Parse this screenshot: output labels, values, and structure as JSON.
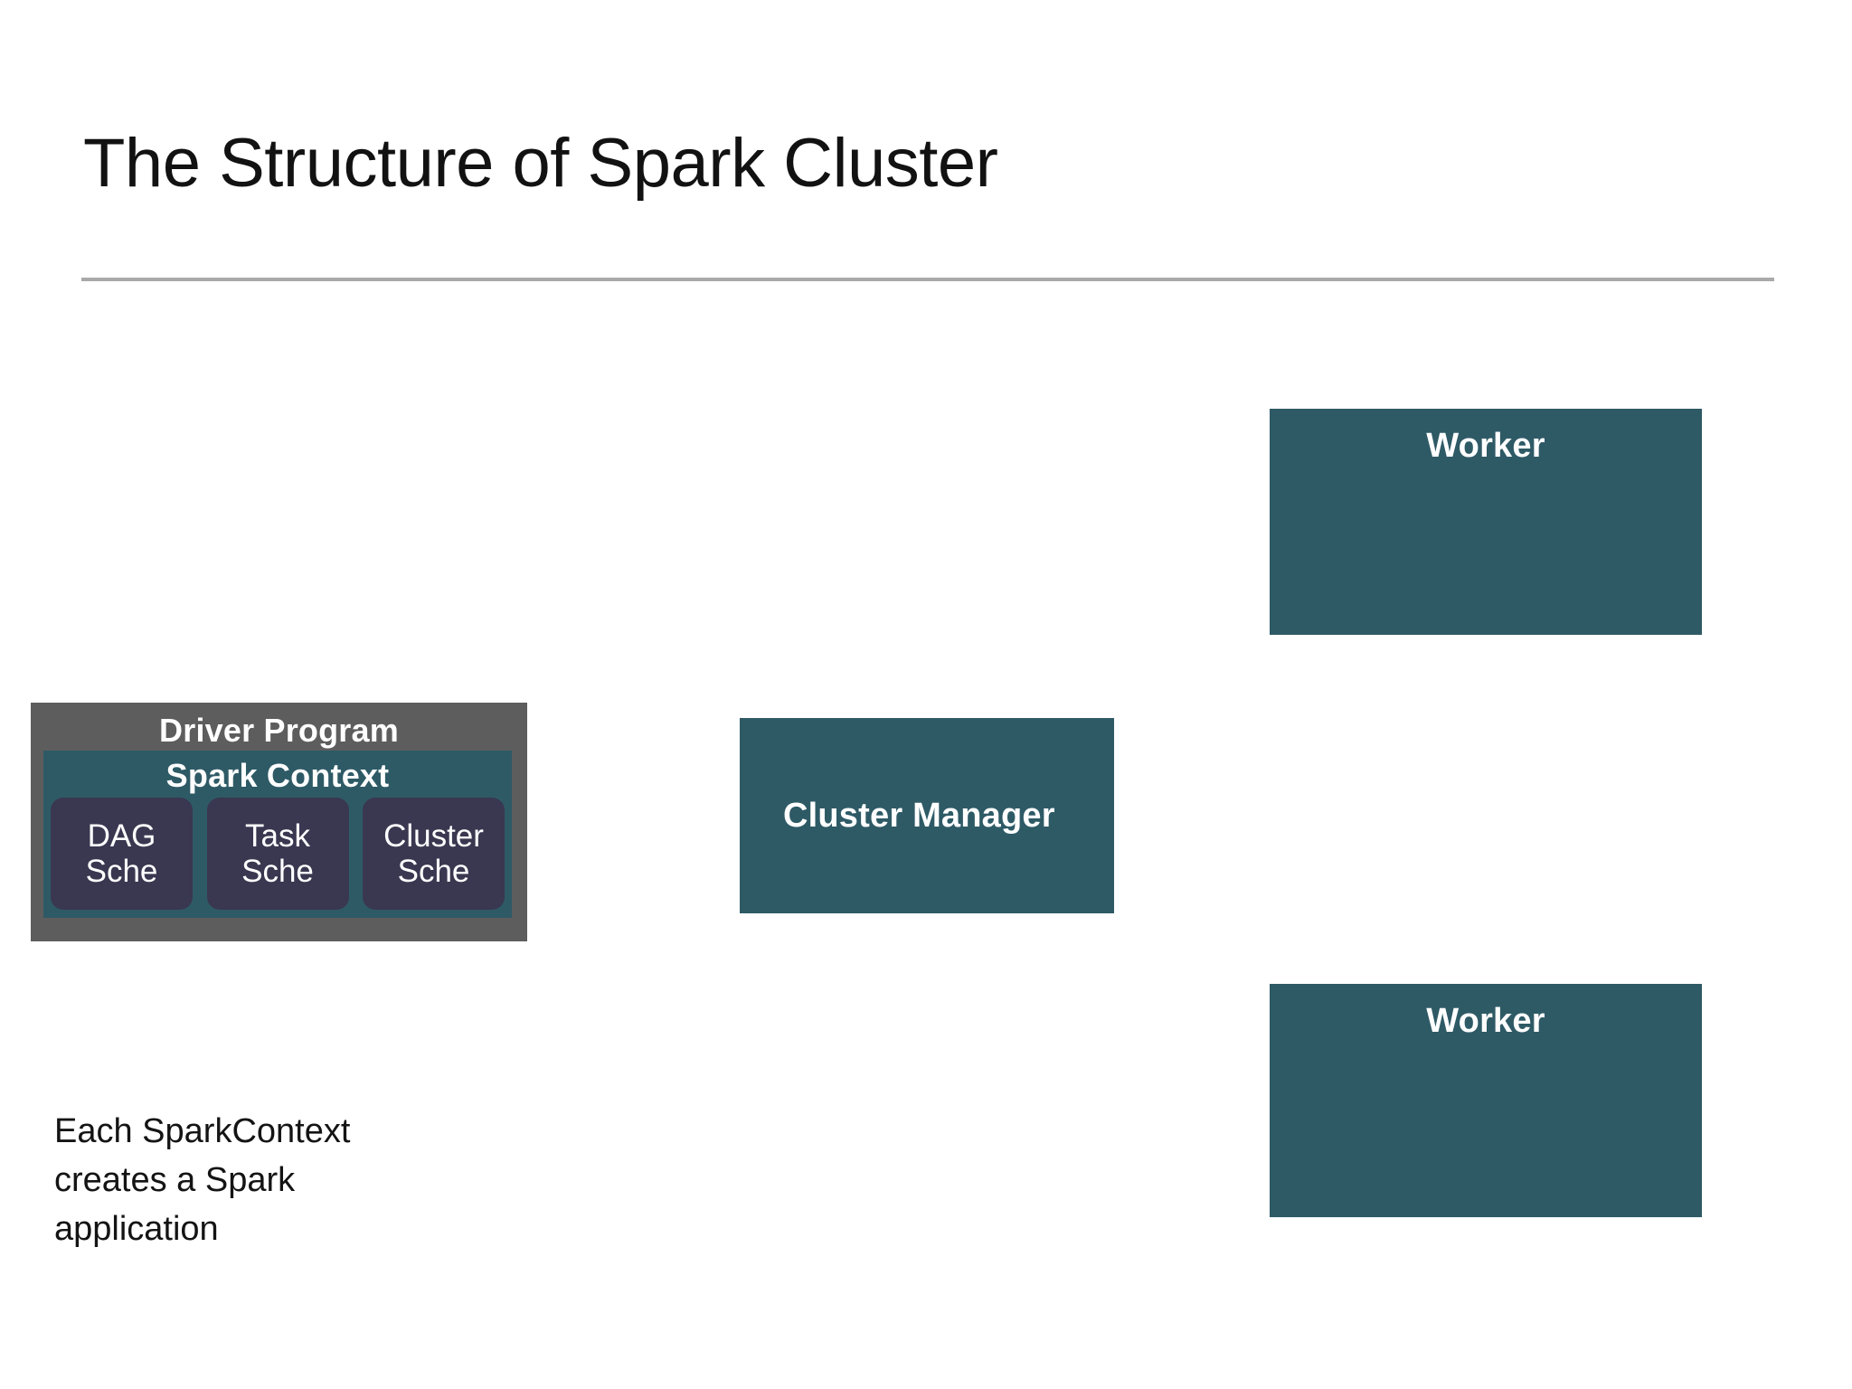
{
  "slide": {
    "title": "The Structure of Spark Cluster",
    "background_color": "#ffffff",
    "rule_color": "#a9a9a9"
  },
  "colors": {
    "teal": "#2e5a66",
    "gray": "#5d5d5d",
    "scheduler": "#3a3750",
    "text_light": "#ffffff",
    "text_dark": "#121212"
  },
  "driver_program": {
    "label": "Driver Program",
    "spark_context": {
      "label": "Spark Context",
      "schedulers": [
        {
          "line1": "DAG",
          "line2": "Sche"
        },
        {
          "line1": "Task",
          "line2": "Sche"
        },
        {
          "line1": "Cluster",
          "line2": "Sche"
        }
      ]
    }
  },
  "cluster_manager": {
    "label": "Cluster Manager"
  },
  "workers": [
    {
      "label": "Worker"
    },
    {
      "label": "Worker"
    }
  ],
  "caption": {
    "line1": "Each SparkContext",
    "line2": "creates a Spark",
    "line3": "application"
  }
}
